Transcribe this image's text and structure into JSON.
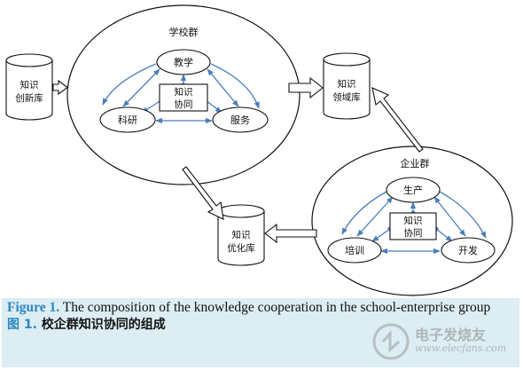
{
  "diagram": {
    "school_group": {
      "title": "学校群",
      "nodes": {
        "top": "教学",
        "left": "科研",
        "right": "服务"
      },
      "center": [
        "知识",
        "协同"
      ]
    },
    "enterprise_group": {
      "title": "企业群",
      "nodes": {
        "top": "生产",
        "left": "培训",
        "right": "开发"
      },
      "center": [
        "知识",
        "协同"
      ]
    },
    "stores": {
      "innovation": [
        "知识",
        "创新库"
      ],
      "domain": [
        "知识",
        "领域库"
      ],
      "optimization": [
        "知识",
        "优化库"
      ]
    },
    "colors": {
      "connector": "#4a7ebb",
      "outline": "#111111"
    }
  },
  "caption": {
    "en_label": "Figure 1.",
    "en_text": " The composition of the knowledge cooperation in the school-enterprise group",
    "zh_label": "图 1.",
    "zh_text": " 校企群知识协同的组成"
  },
  "watermark": {
    "text": "电子发烧友",
    "url": "www.elecfans.com"
  }
}
